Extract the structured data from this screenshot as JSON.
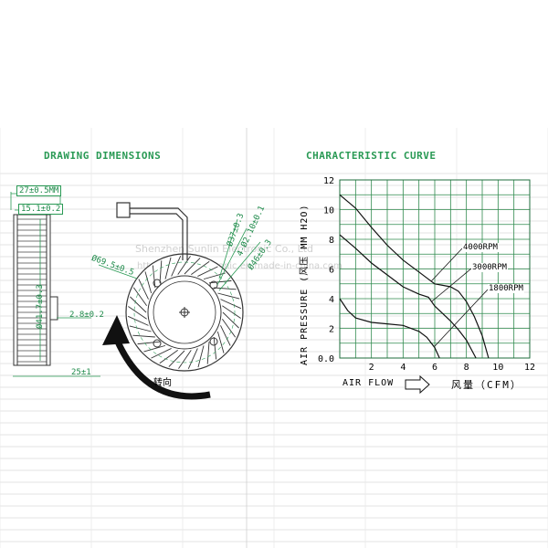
{
  "titles": {
    "left": "DRAWING DIMENSIONS",
    "right": "CHARACTERISTIC CURVE"
  },
  "dimensions": {
    "width_total": "27±0.5MM",
    "width_inner": "15.1±0.2",
    "height_41": "Ø41.7±0.3",
    "offset": "2.8±0.2",
    "bottom": "25±1",
    "dia_69": "Ø69.5±0.5",
    "dia_37": "Ø37±0.3",
    "hole": "4-Ø2.10±0.1",
    "dia_46": "Ø46±0.3",
    "rotation": "转向"
  },
  "watermark": {
    "line1": "Shenzhen Sunlin Electronic Co., Ltd",
    "line2": "http://sunlinelectronic.en.made-in-china.com"
  },
  "chart_data": {
    "type": "line",
    "title": "CHARACTERISTIC CURVE",
    "xlabel": "AIR FLOW",
    "xlabel_cn": "风量（CFM）",
    "ylabel": "AIR PRESSURE",
    "ylabel_cn": "(风压  MM  H2O)",
    "xlim": [
      0,
      12
    ],
    "ylim": [
      0,
      12
    ],
    "xticks": [
      "2",
      "4",
      "6",
      "8",
      "10",
      "12"
    ],
    "yticks": [
      "0.0",
      "2",
      "4",
      "6",
      "8",
      "10",
      "12"
    ],
    "grid": true,
    "series": [
      {
        "name": "4000RPM",
        "x": [
          0,
          1,
          2,
          3,
          4,
          5,
          5.5,
          6,
          6.5,
          7,
          7.5,
          8,
          8.5,
          9,
          9.4
        ],
        "y": [
          11,
          10.1,
          8.8,
          7.6,
          6.6,
          5.8,
          5.4,
          5.0,
          4.9,
          4.8,
          4.5,
          3.8,
          2.8,
          1.5,
          0
        ]
      },
      {
        "name": "3000RPM",
        "x": [
          0,
          1,
          2,
          3,
          4,
          5,
          5.6,
          6,
          6.5,
          7,
          7.5,
          8,
          8.6
        ],
        "y": [
          8.3,
          7.4,
          6.4,
          5.6,
          4.8,
          4.3,
          4.1,
          3.5,
          3.0,
          2.5,
          1.9,
          1.2,
          0
        ]
      },
      {
        "name": "1800RPM",
        "x": [
          0,
          0.5,
          1,
          2,
          3,
          4,
          5,
          5.5,
          6,
          6.3
        ],
        "y": [
          4.0,
          3.2,
          2.7,
          2.4,
          2.3,
          2.2,
          1.8,
          1.4,
          0.7,
          0
        ]
      }
    ]
  }
}
